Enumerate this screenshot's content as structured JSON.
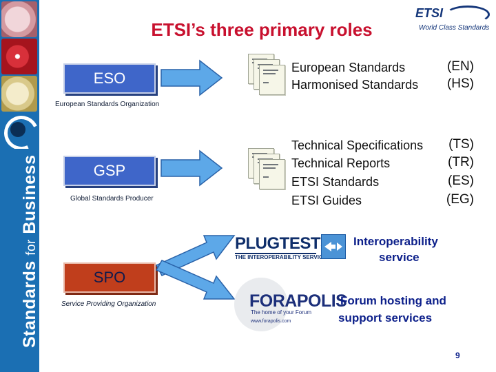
{
  "slide": {
    "title": "ETSI’s three primary roles",
    "page_number": "9"
  },
  "branding": {
    "sidebar_text_1": "Standards ",
    "sidebar_text_for": "for",
    "sidebar_text_2": " Business",
    "etsi_logo_word": "ETSI",
    "etsi_logo_tagline": "World Class Standards",
    "sidebar_color": "#1b6fb3"
  },
  "roles": [
    {
      "label": "ESO",
      "subtitle": "European Standards Organization",
      "color": "#3f66c9"
    },
    {
      "label": "GSP",
      "subtitle": "Global Standards Producer",
      "color": "#3f66c9"
    },
    {
      "label": "SPO",
      "subtitle": "Service Providing Organization",
      "color": "#c03e1c"
    }
  ],
  "eso_deliverables": [
    {
      "label": "European Standards",
      "code": "(EN)"
    },
    {
      "label": "Harmonised Standards",
      "code": "(HS)"
    }
  ],
  "gsp_deliverables": [
    {
      "label": "Technical Specifications",
      "code": "(TS)"
    },
    {
      "label": "Technical Reports",
      "code": "(TR)"
    },
    {
      "label": "ETSI Standards",
      "code": "(ES)"
    },
    {
      "label": "ETSI Guides",
      "code": "(EG)"
    }
  ],
  "plugtests": {
    "logo_word": "PLUGTESTS",
    "logo_tagline": "THE INTEROPERABILITY SERVICE",
    "service_line_1": "Interoperability",
    "service_line_2": "service"
  },
  "forapolis": {
    "logo_word": "FORAPOLIS",
    "logo_tagline": "The home of your Forum",
    "logo_url": "www.forapolis.com",
    "service_line_1": "Forum hosting and",
    "service_line_2": "support services"
  },
  "colors": {
    "title_red": "#c8102e",
    "service_blue": "#0c1f8a",
    "arrow_fill": "#5da8e8",
    "role_blue": "#3f66c9",
    "role_red": "#c03e1c"
  },
  "icons": {
    "arrow": "right-arrow-icon",
    "document": "document-stack-icon"
  }
}
